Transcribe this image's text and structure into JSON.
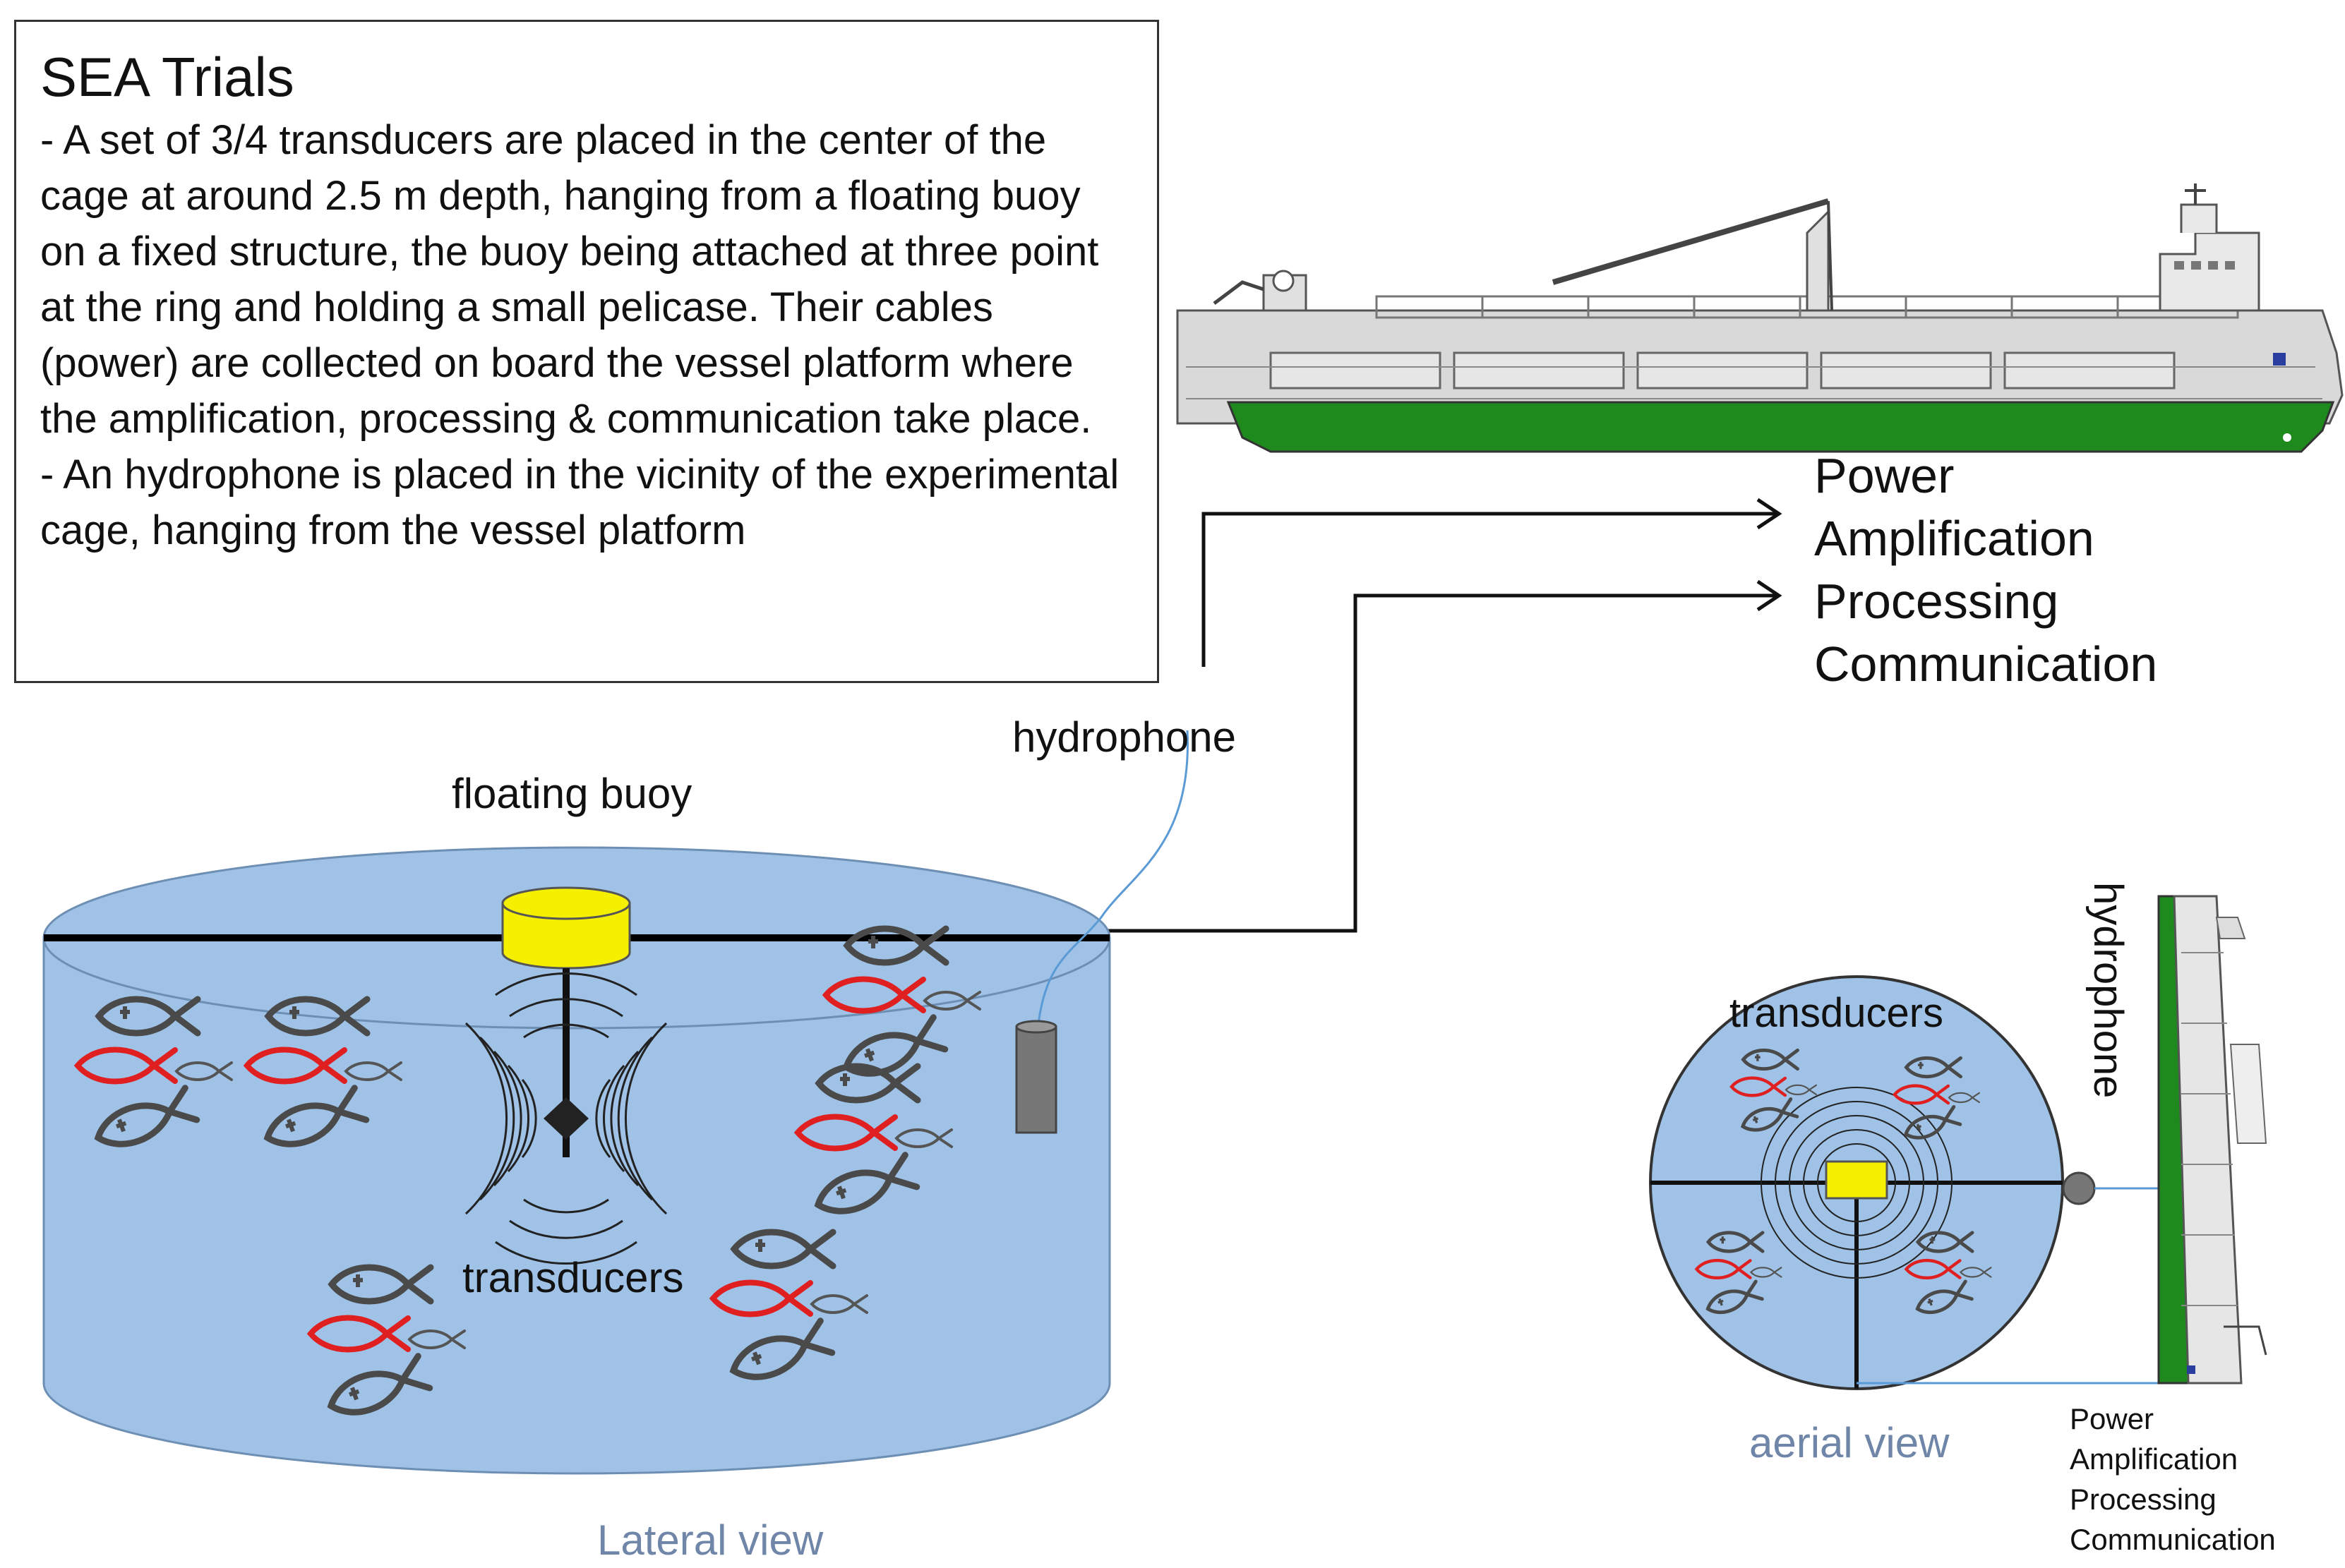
{
  "info": {
    "title": "SEA Trials",
    "paragraph1": "- A set of 3/4 transducers are placed in the center of the cage at around 2.5 m depth, hanging from a floating buoy on a fixed structure, the buoy being attached at three point at the ring and holding a small pelicase. Their cables (power) are collected on board the vessel platform where the amplification, processing & communication take place.",
    "paragraph2": "- An hydrophone is placed in the vicinity of the experimental cage, hanging from the vessel platform"
  },
  "lateral": {
    "buoy_label": "floating buoy",
    "hydrophone_label": "hydrophone",
    "transducers_label": "transducers",
    "view_label": "Lateral view"
  },
  "onboard_big": {
    "line1": "Power",
    "line2": "Amplification",
    "line3": "Processing",
    "line4": "Communication"
  },
  "aerial": {
    "transducers_label": "transducers",
    "hydrophone_label": "hydrophone",
    "view_label": "aerial view"
  },
  "onboard_small": {
    "line1": "Power",
    "line2": "Amplification",
    "line3": "Processing",
    "line4": "Communication"
  },
  "colors": {
    "water": "#9fc2e6",
    "hull_green": "#1e8a1e",
    "buoy_yellow": "#f5f000",
    "fish_red": "#e02020",
    "fish_dark": "#444444",
    "cable_blue": "#5b9bd5"
  }
}
